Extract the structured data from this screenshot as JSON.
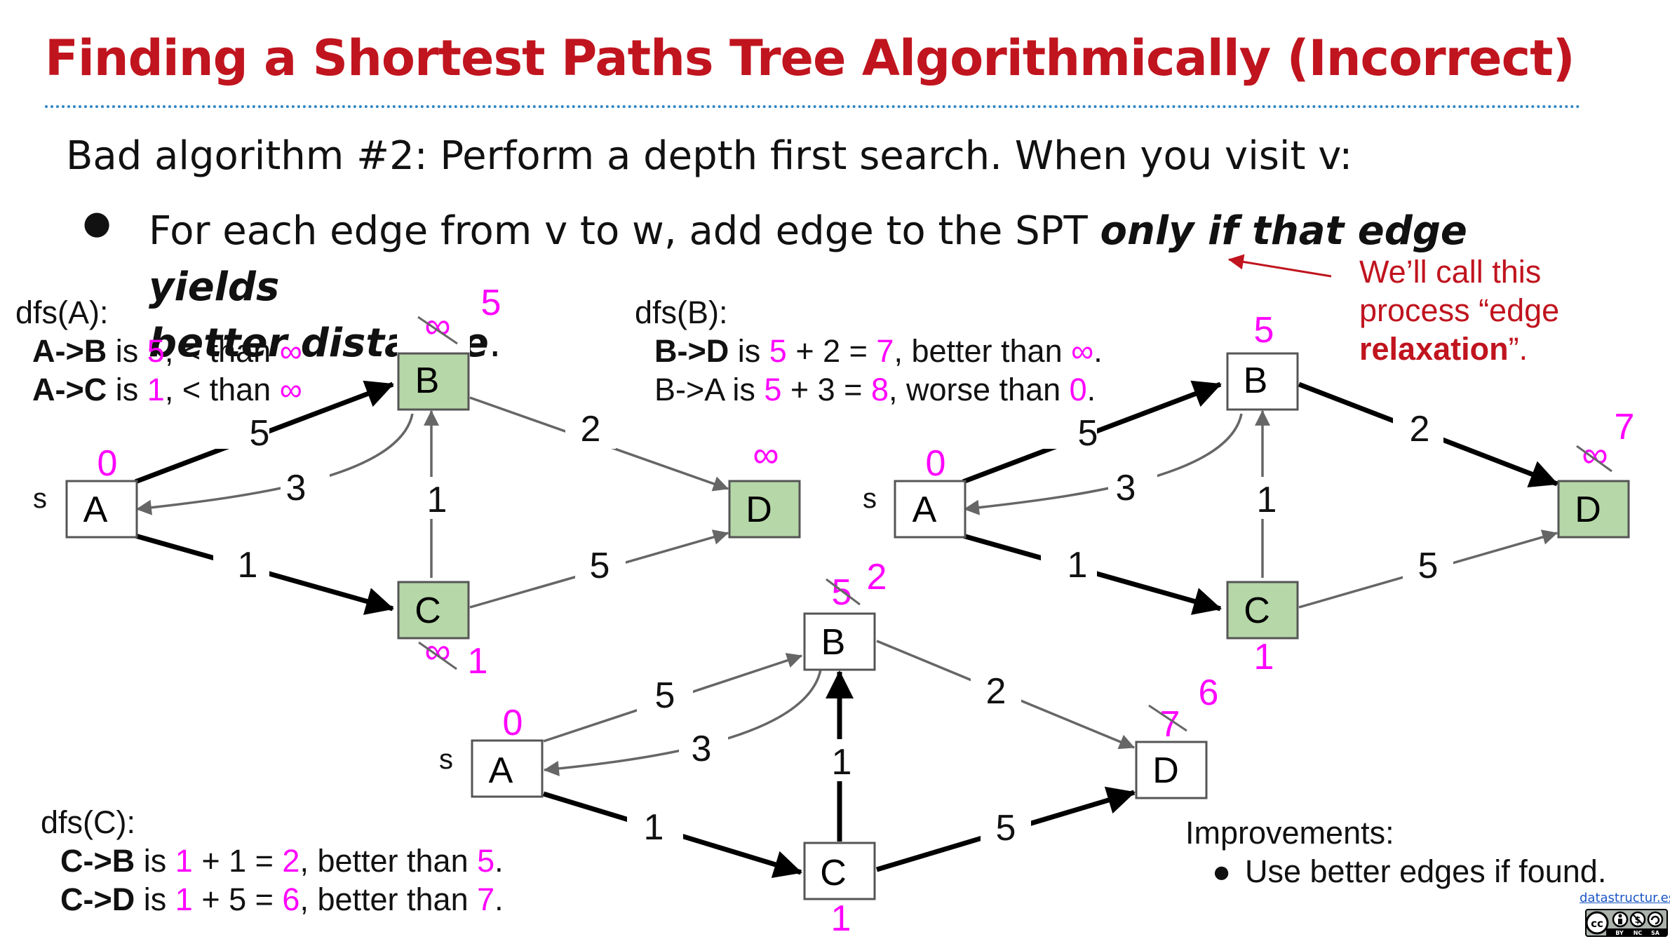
{
  "title": "Finding a Shortest Paths Tree Algorithmically (Incorrect)",
  "lead": "Bad algorithm #2: Perform a depth first search. When you visit v:",
  "bullet": {
    "dot": "●",
    "part1": "For each edge from v to w, add edge to the SPT ",
    "emph1": "only if that edge yields",
    "emph2": "better distance",
    "end": "."
  },
  "callout": {
    "line1": "We’ll call this",
    "line2": "process “edge",
    "bold": "relaxation",
    "end": "”."
  },
  "dfsA": {
    "title": "dfs(A):",
    "l1": {
      "edge": "A->B",
      "is": " is ",
      "val": "5",
      "mid": ", < than ",
      "old": "∞"
    },
    "l2": {
      "edge": "A->C",
      "is": " is ",
      "val": "1",
      "mid": ", < than ",
      "old": "∞"
    }
  },
  "dfsB": {
    "title": "dfs(B):",
    "l1": {
      "edge": "B->D",
      "is": " is ",
      "a": "5",
      "plus": " + 2 = ",
      "res": "7",
      "mid": ", better than ",
      "old": "∞",
      "end": "."
    },
    "l2": {
      "edge": "B->A",
      "is": " is ",
      "a": "5",
      "plus": " + 3 = ",
      "res": "8",
      "mid": ", worse than ",
      "old": "0",
      "end": "."
    }
  },
  "dfsC": {
    "title": "dfs(C):",
    "l1": {
      "edge": "C->B",
      "is": " is ",
      "a": "1",
      "plus": " + 1 = ",
      "res": "2",
      "mid": ", better than ",
      "old": "5",
      "end": "."
    },
    "l2": {
      "edge": "C->D",
      "is": " is ",
      "a": "1",
      "plus": " + 5 = ",
      "res": "6",
      "mid": ", better than ",
      "old": "7",
      "end": "."
    }
  },
  "improvements": {
    "title": "Improvements:",
    "dot": "●",
    "item": "Use better edges if found."
  },
  "labels": {
    "A": "A",
    "B": "B",
    "C": "C",
    "D": "D",
    "s": "s",
    "w_AB": "5",
    "w_BA": "3",
    "w_BD": "2",
    "w_AC": "1",
    "w_CB": "1",
    "w_CD": "5"
  },
  "graph1": {
    "distA": "0",
    "oldB": "∞",
    "newB": "5",
    "oldC": "∞",
    "newC": "1",
    "distD": "∞"
  },
  "graph2": {
    "distA": "0",
    "distB": "5",
    "distC": "1",
    "oldD": "∞",
    "newD": "7"
  },
  "graph3": {
    "distA": "0",
    "oldB": "5",
    "newB": "2",
    "distC": "1",
    "oldD": "7",
    "newD": "6"
  },
  "footer": {
    "site": "datastructur.es",
    "cc": "cc",
    "by": "BY",
    "nc": "NC",
    "sa": "SA"
  },
  "colors": {
    "title": "#c0141e",
    "highlight": "#ff00ff",
    "visited_fill": "#b6d7a8",
    "rule": "#2f86c5"
  }
}
